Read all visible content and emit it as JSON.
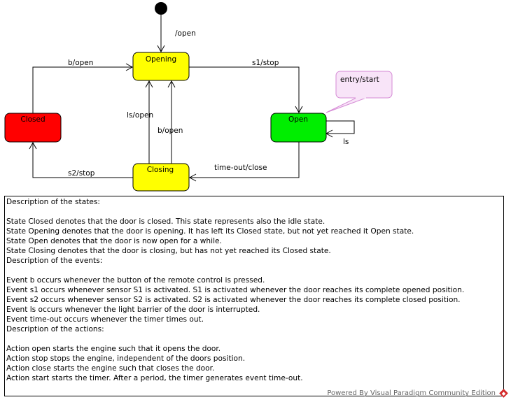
{
  "states": {
    "opening": {
      "label": "Opening",
      "fill": "#ffff00"
    },
    "closed": {
      "label": "Closed",
      "fill": "#ff0000"
    },
    "open": {
      "label": "Open",
      "fill": "#00ee00"
    },
    "closing": {
      "label": "Closing",
      "fill": "#ffff00"
    }
  },
  "transitions": {
    "initial": "/open",
    "closed_to_opening": "b/open",
    "opening_to_open": "s1/stop",
    "closing_to_opening_ls": "ls/open",
    "closing_to_opening_b": "b/open",
    "open_self": "ls",
    "open_to_closing": "time-out/close",
    "closing_to_closed": "s2/stop"
  },
  "note": {
    "text": "entry/start",
    "fill": "#f8e4f8",
    "border": "#d58ad5"
  },
  "description_lines": [
    "Description of the states:",
    "",
    "State Closed denotes that the door is closed. This state represents also the idle state.",
    "State Opening denotes that the door is opening. It has left its Closed state, but not yet reached it Open state.",
    "State Open denotes that the door is now open for a while.",
    "State Closing denotes that the door is closing, but has not yet reached its Closed state.",
    "Description of the events:",
    "",
    "Event b occurs whenever the button of the remote control is pressed.",
    "Event s1 occurs whenever sensor S1 is activated. S1 is activated whenever the door reaches its complete opened position.",
    "Event s2 occurs whenever sensor S2 is activated. S2 is activated whenever the door reaches its complete closed position.",
    "Event ls occurs whenever the light barrier of the door is interrupted.",
    "Event time-out occurs whenever the timer times out.",
    "Description of the actions:",
    "",
    "Action open starts the engine such that it opens the door.",
    "Action stop stops the engine, independent of the doors position.",
    "Action close starts the engine such that closes the door.",
    "Action start starts the timer. After a period, the timer generates event time-out."
  ],
  "footer": {
    "text": "Powered By Visual Paradigm Community Edition",
    "logo_icon": "visual-paradigm-logo-icon"
  }
}
